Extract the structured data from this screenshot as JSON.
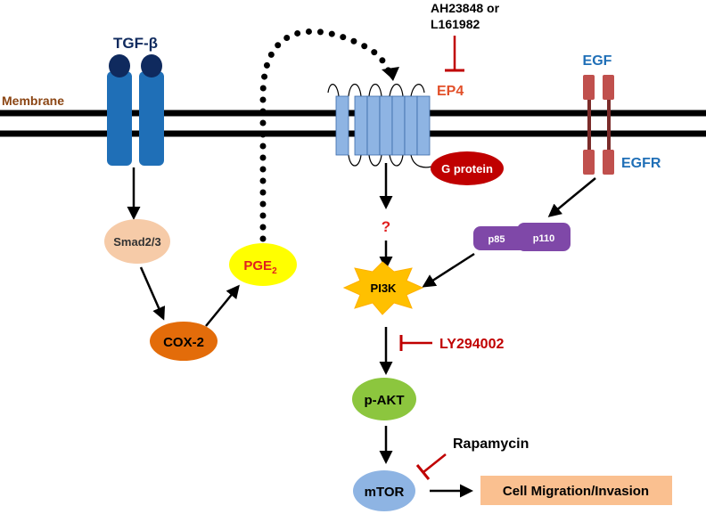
{
  "labels": {
    "membrane": "Membrane",
    "tgfb": "TGF-β",
    "smad": "Smad2/3",
    "cox2": "COX-2",
    "pge2_main": "PGE",
    "pge2_sub": "2",
    "ep4_inhibitor_line1": "AH23848 or",
    "ep4_inhibitor_line2": "L161982",
    "ep4": "EP4",
    "g_protein": "G protein",
    "unknown": "?",
    "egf": "EGF",
    "egfr": "EGFR",
    "p85": "p85",
    "p110": "p110",
    "pi3k": "PI3K",
    "ly294002": "LY294002",
    "pakt": "p-AKT",
    "rapamycin": "Rapamycin",
    "mtor": "mTOR",
    "outcome": "Cell Migration/Invasion"
  },
  "colors": {
    "membrane_line": "#000000",
    "membrane_label": "#8B4513",
    "tgfb_receptor": "#1f6fb7",
    "tgfb_ligand": "#0f2a5e",
    "smad": "#f6cba8",
    "cox2": "#e36c0a",
    "pge2": "#ffff00",
    "pge2_text": "#e01f1f",
    "ep4_receptor": "#8eb4e3",
    "ep4_text": "#e2502a",
    "g_protein": "#c00000",
    "egfr": "#c0504d",
    "egf_text": "#1f6fb7",
    "p85_p110": "#7f48a8",
    "pi3k": "#ffc000",
    "pakt": "#8cc63e",
    "mtor": "#8eb4e3",
    "outcome": "#fac090",
    "inhibitor": "#c00000"
  }
}
